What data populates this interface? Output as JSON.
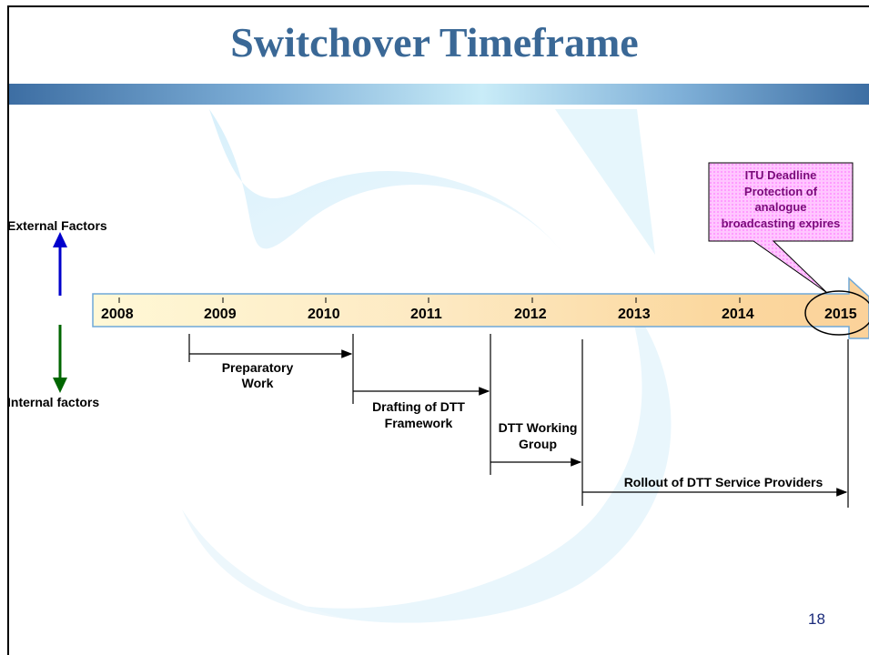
{
  "slide": {
    "title": "Switchover Timeframe",
    "page_number": "18"
  },
  "factors": {
    "external": "External Factors",
    "internal": "Internal factors"
  },
  "timeline": {
    "years": [
      "2008",
      "2009",
      "2010",
      "2011",
      "2012",
      "2013",
      "2014",
      "2015"
    ],
    "highlighted_year": "2015"
  },
  "phases": [
    {
      "lines": [
        "Preparatory",
        "Work"
      ]
    },
    {
      "lines": [
        "Drafting of DTT",
        "Framework"
      ]
    },
    {
      "lines": [
        "DTT Working",
        "Group"
      ]
    },
    {
      "lines": [
        "Rollout of DTT Service Providers"
      ]
    }
  ],
  "callout": {
    "lines": [
      "ITU Deadline",
      "Protection of",
      "analogue",
      "broadcasting expires"
    ]
  },
  "colors": {
    "title": "#3a6896",
    "external_arrow": "#0000cc",
    "internal_arrow": "#006600",
    "callout_text": "#7a0a7a",
    "callout_fill": "#ffc6ff"
  }
}
